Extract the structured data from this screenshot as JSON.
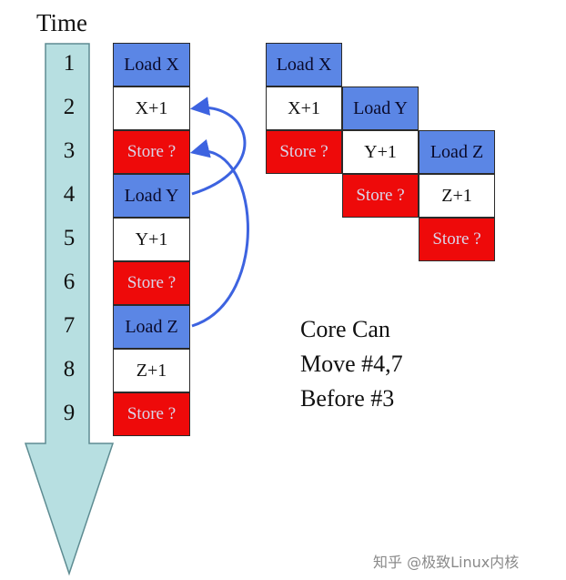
{
  "time_label": "Time",
  "time_steps": [
    "1",
    "2",
    "3",
    "4",
    "5",
    "6",
    "7",
    "8",
    "9"
  ],
  "program_order": [
    {
      "label": "Load X",
      "kind": "load"
    },
    {
      "label": "X+1",
      "kind": "plain"
    },
    {
      "label": "Store ?",
      "kind": "store"
    },
    {
      "label": "Load Y",
      "kind": "load"
    },
    {
      "label": "Y+1",
      "kind": "plain"
    },
    {
      "label": "Store ?",
      "kind": "store"
    },
    {
      "label": "Load Z",
      "kind": "load"
    },
    {
      "label": "Z+1",
      "kind": "plain"
    },
    {
      "label": "Store ?",
      "kind": "store"
    }
  ],
  "reordered": [
    {
      "label": "Load X",
      "kind": "load"
    },
    {
      "label": "X+1",
      "kind": "plain"
    },
    {
      "label": "Store ?",
      "kind": "store"
    },
    {
      "label": "Load Y",
      "kind": "load"
    },
    {
      "label": "Y+1",
      "kind": "plain"
    },
    {
      "label": "Store ?",
      "kind": "store"
    },
    {
      "label": "Load Z",
      "kind": "load"
    },
    {
      "label": "Z+1",
      "kind": "plain"
    },
    {
      "label": "Store ?",
      "kind": "store"
    }
  ],
  "note_lines": [
    "Core Can",
    "Move #4,7",
    "Before #3"
  ],
  "watermark": "知乎 @极致Linux内核",
  "colors": {
    "load": "#5b86e5",
    "store": "#ee0a0a",
    "arrow_fill": "#b7dfe1",
    "arc": "#3d63e0"
  }
}
